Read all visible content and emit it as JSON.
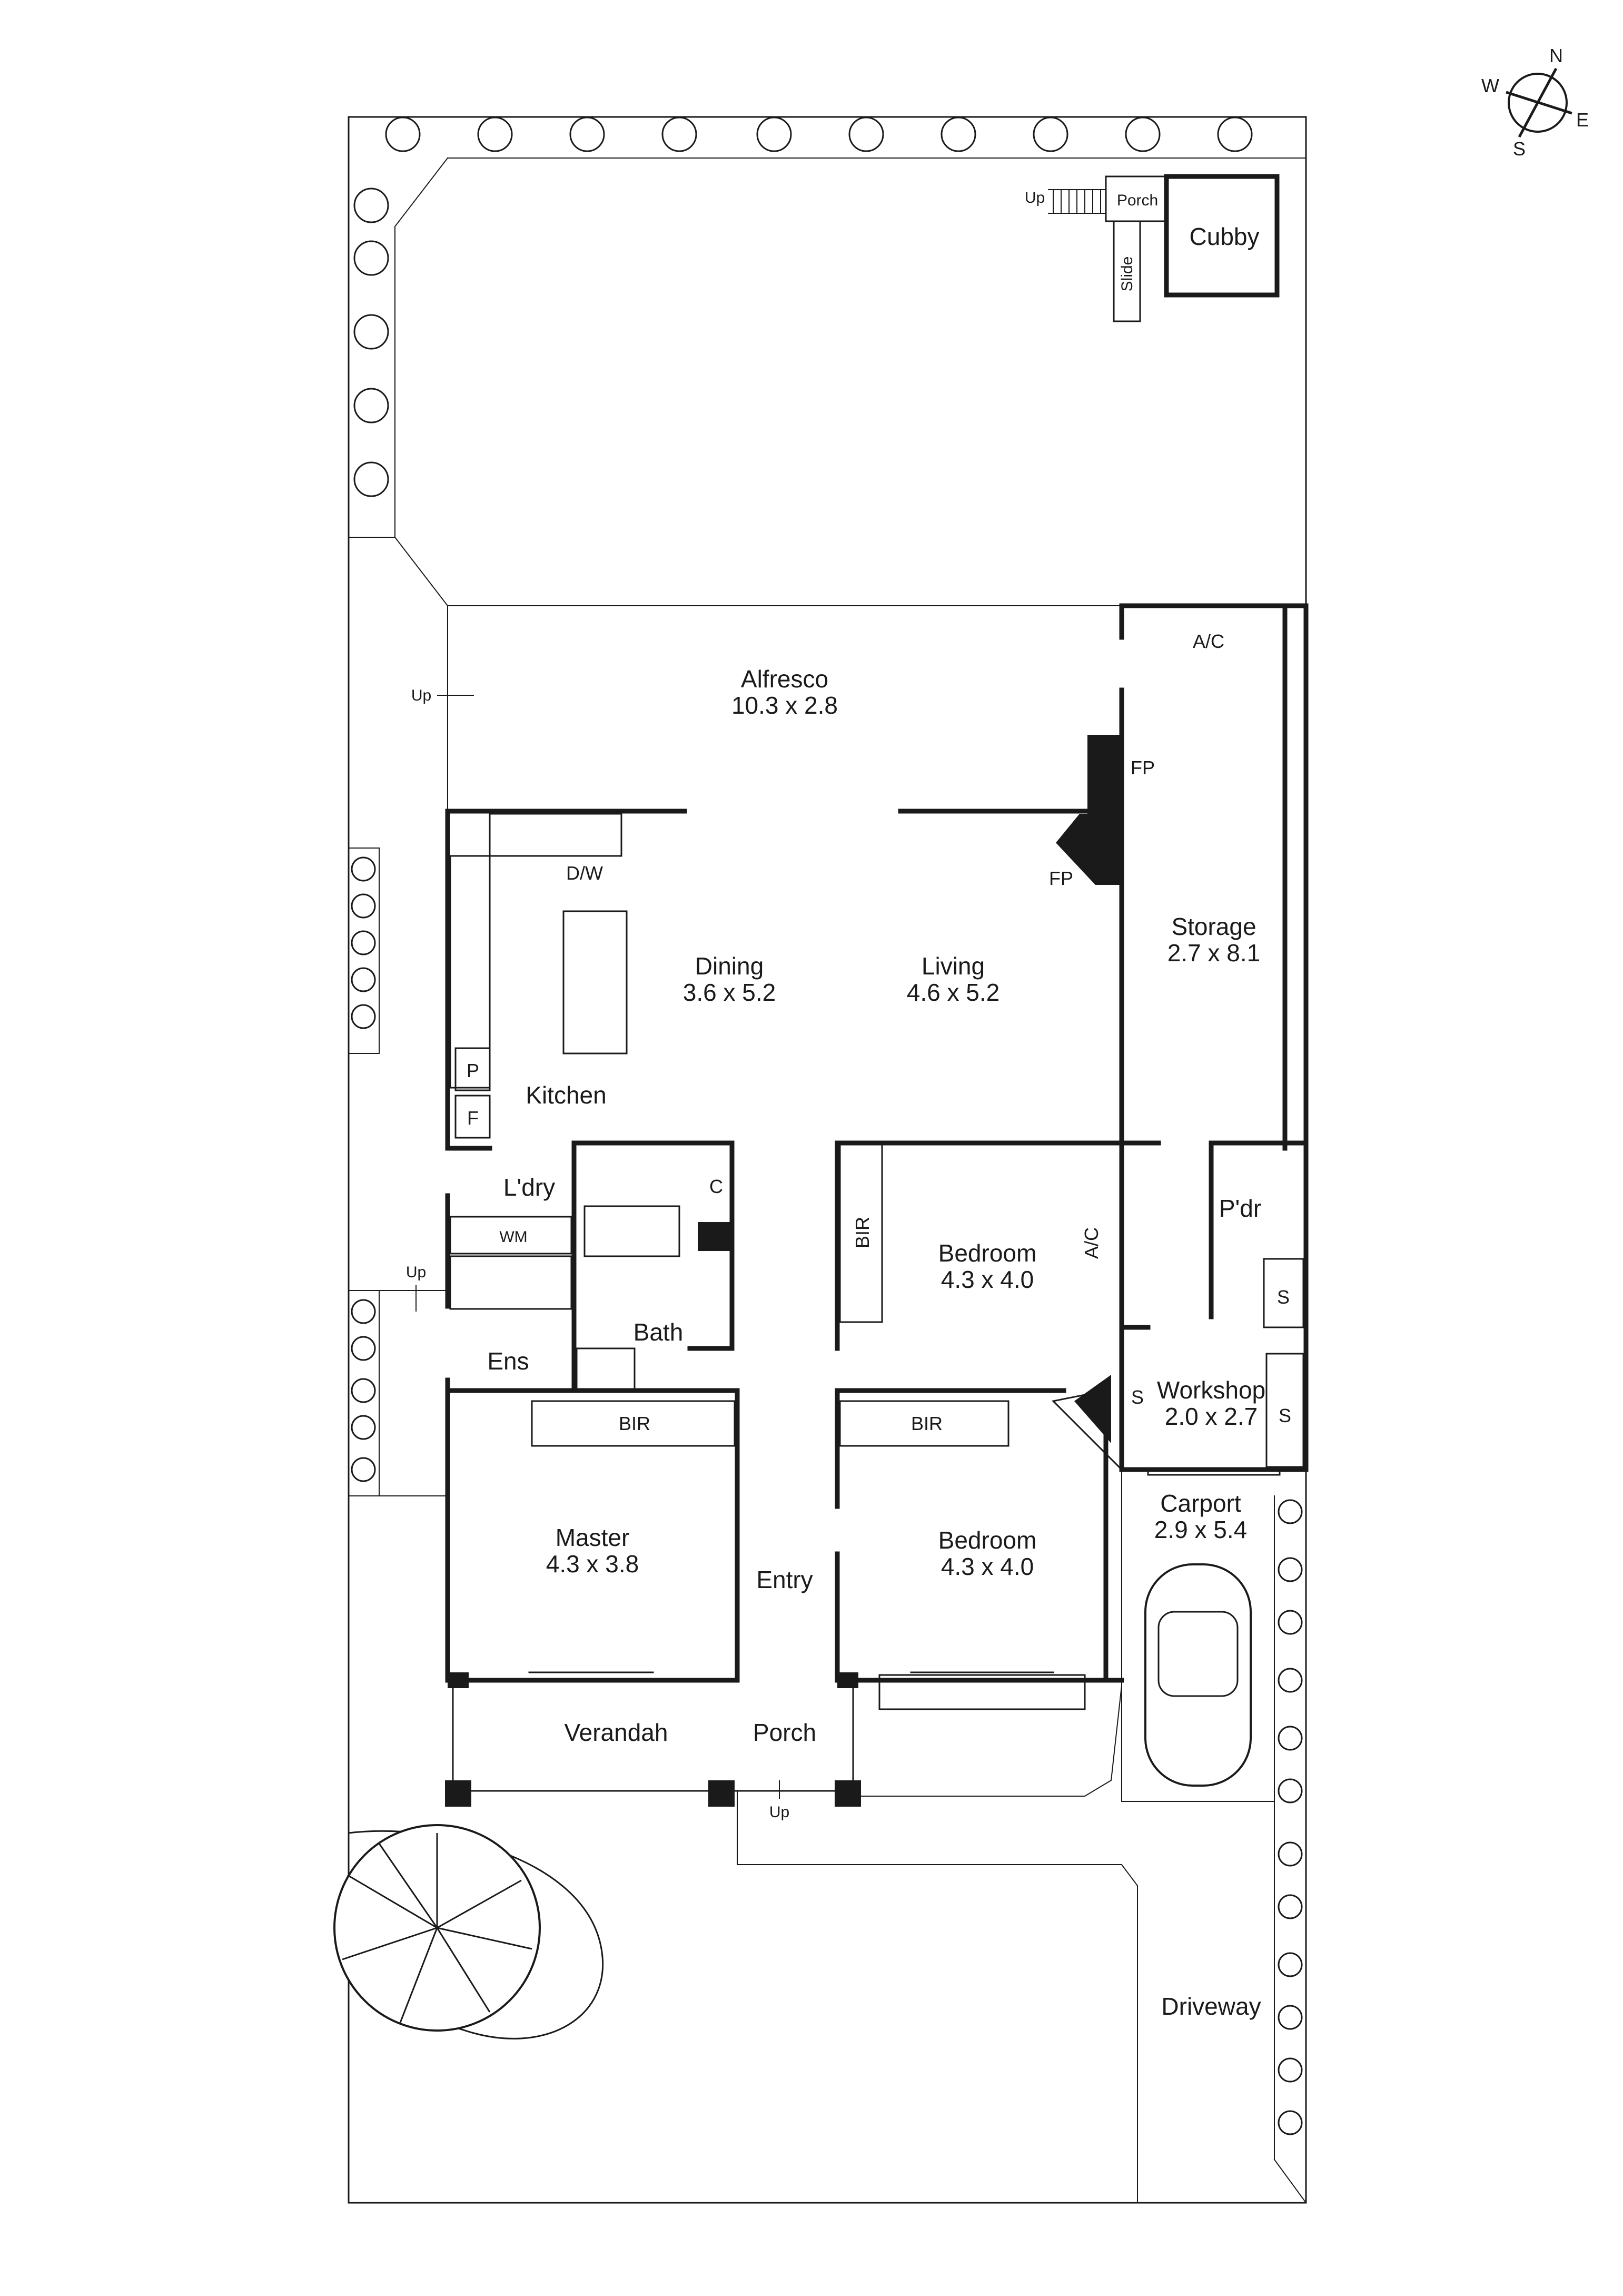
{
  "compass": {
    "n": "N",
    "e": "E",
    "s": "S",
    "w": "W"
  },
  "rooms": {
    "alfresco": {
      "name": "Alfresco",
      "dims": "10.3 x 2.8"
    },
    "dining": {
      "name": "Dining",
      "dims": "3.6 x 5.2"
    },
    "living": {
      "name": "Living",
      "dims": "4.6 x 5.2"
    },
    "kitchen": {
      "name": "Kitchen"
    },
    "storage": {
      "name": "Storage",
      "dims": "2.7 x 8.1"
    },
    "laundry": {
      "name": "L'dry"
    },
    "bath": {
      "name": "Bath"
    },
    "ensuite": {
      "name": "Ens"
    },
    "bedroom2": {
      "name": "Bedroom",
      "dims": "4.3 x 4.0"
    },
    "bedroom3": {
      "name": "Bedroom",
      "dims": "4.3 x 4.0"
    },
    "master": {
      "name": "Master",
      "dims": "4.3 x 3.8"
    },
    "workshop": {
      "name": "Workshop",
      "dims": "2.0 x 2.7"
    },
    "carport": {
      "name": "Carport",
      "dims": "2.9 x 5.4"
    },
    "powder": {
      "name": "P'dr"
    },
    "entry": {
      "name": "Entry"
    },
    "verandah": {
      "name": "Verandah"
    },
    "porch": {
      "name": "Porch"
    },
    "driveway": {
      "name": "Driveway"
    },
    "cubby": {
      "name": "Cubby"
    },
    "cubby_porch": {
      "name": "Porch"
    }
  },
  "fixtures": {
    "dw": "D/W",
    "fp_upper": "FP",
    "fp_lower": "FP",
    "pantry": "P",
    "fridge": "F",
    "cupboard": "C",
    "wm": "WM",
    "bir_bed2": "BIR",
    "bir_master": "BIR",
    "bir_bed3": "BIR",
    "ac_storage": "A/C",
    "ac_bedroom": "A/C",
    "shelf_workshop_a": "S",
    "shelf_workshop_b": "S",
    "shelf_powder": "S",
    "slide": "Slide"
  },
  "markers": {
    "up_alfresco": "Up",
    "up_side": "Up",
    "up_porch": "Up",
    "up_cubby": "Up"
  }
}
